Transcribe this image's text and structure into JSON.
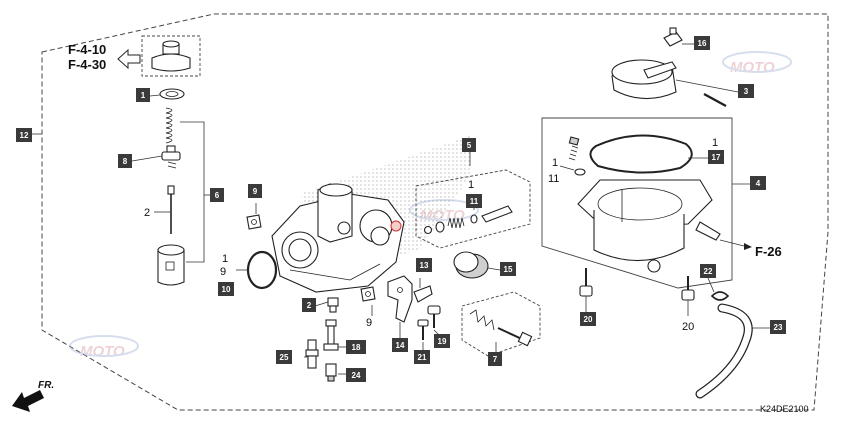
{
  "diagram": {
    "code": "K24DE2100",
    "references": [
      {
        "id": "ref-f410",
        "text": "F-4-10"
      },
      {
        "id": "ref-f430",
        "text": "F-4-30"
      },
      {
        "id": "ref-f26",
        "text": "F-26"
      }
    ],
    "direction_label": "FR.",
    "watermark_text": "MOTO",
    "callouts": [
      {
        "id": "1",
        "label": "1"
      },
      {
        "id": "2",
        "label": "2"
      },
      {
        "id": "3",
        "label": "3"
      },
      {
        "id": "4",
        "label": "4"
      },
      {
        "id": "5",
        "label": "5"
      },
      {
        "id": "6",
        "label": "6"
      },
      {
        "id": "7",
        "label": "7"
      },
      {
        "id": "8",
        "label": "8"
      },
      {
        "id": "9",
        "label": "9"
      },
      {
        "id": "10",
        "label": "10"
      },
      {
        "id": "11",
        "label": "11"
      },
      {
        "id": "12",
        "label": "12"
      },
      {
        "id": "13",
        "label": "13"
      },
      {
        "id": "14",
        "label": "14"
      },
      {
        "id": "15",
        "label": "15"
      },
      {
        "id": "16",
        "label": "16"
      },
      {
        "id": "17",
        "label": "17"
      },
      {
        "id": "18",
        "label": "18"
      },
      {
        "id": "19",
        "label": "19"
      },
      {
        "id": "20",
        "label": "20"
      },
      {
        "id": "21",
        "label": "21"
      },
      {
        "id": "22",
        "label": "22"
      },
      {
        "id": "23",
        "label": "23"
      },
      {
        "id": "24",
        "label": "24"
      },
      {
        "id": "25",
        "label": "25"
      }
    ],
    "plain_labels": {
      "n1": "1",
      "n2": "2",
      "n9": "9",
      "n11": "11",
      "n20": "20"
    }
  }
}
